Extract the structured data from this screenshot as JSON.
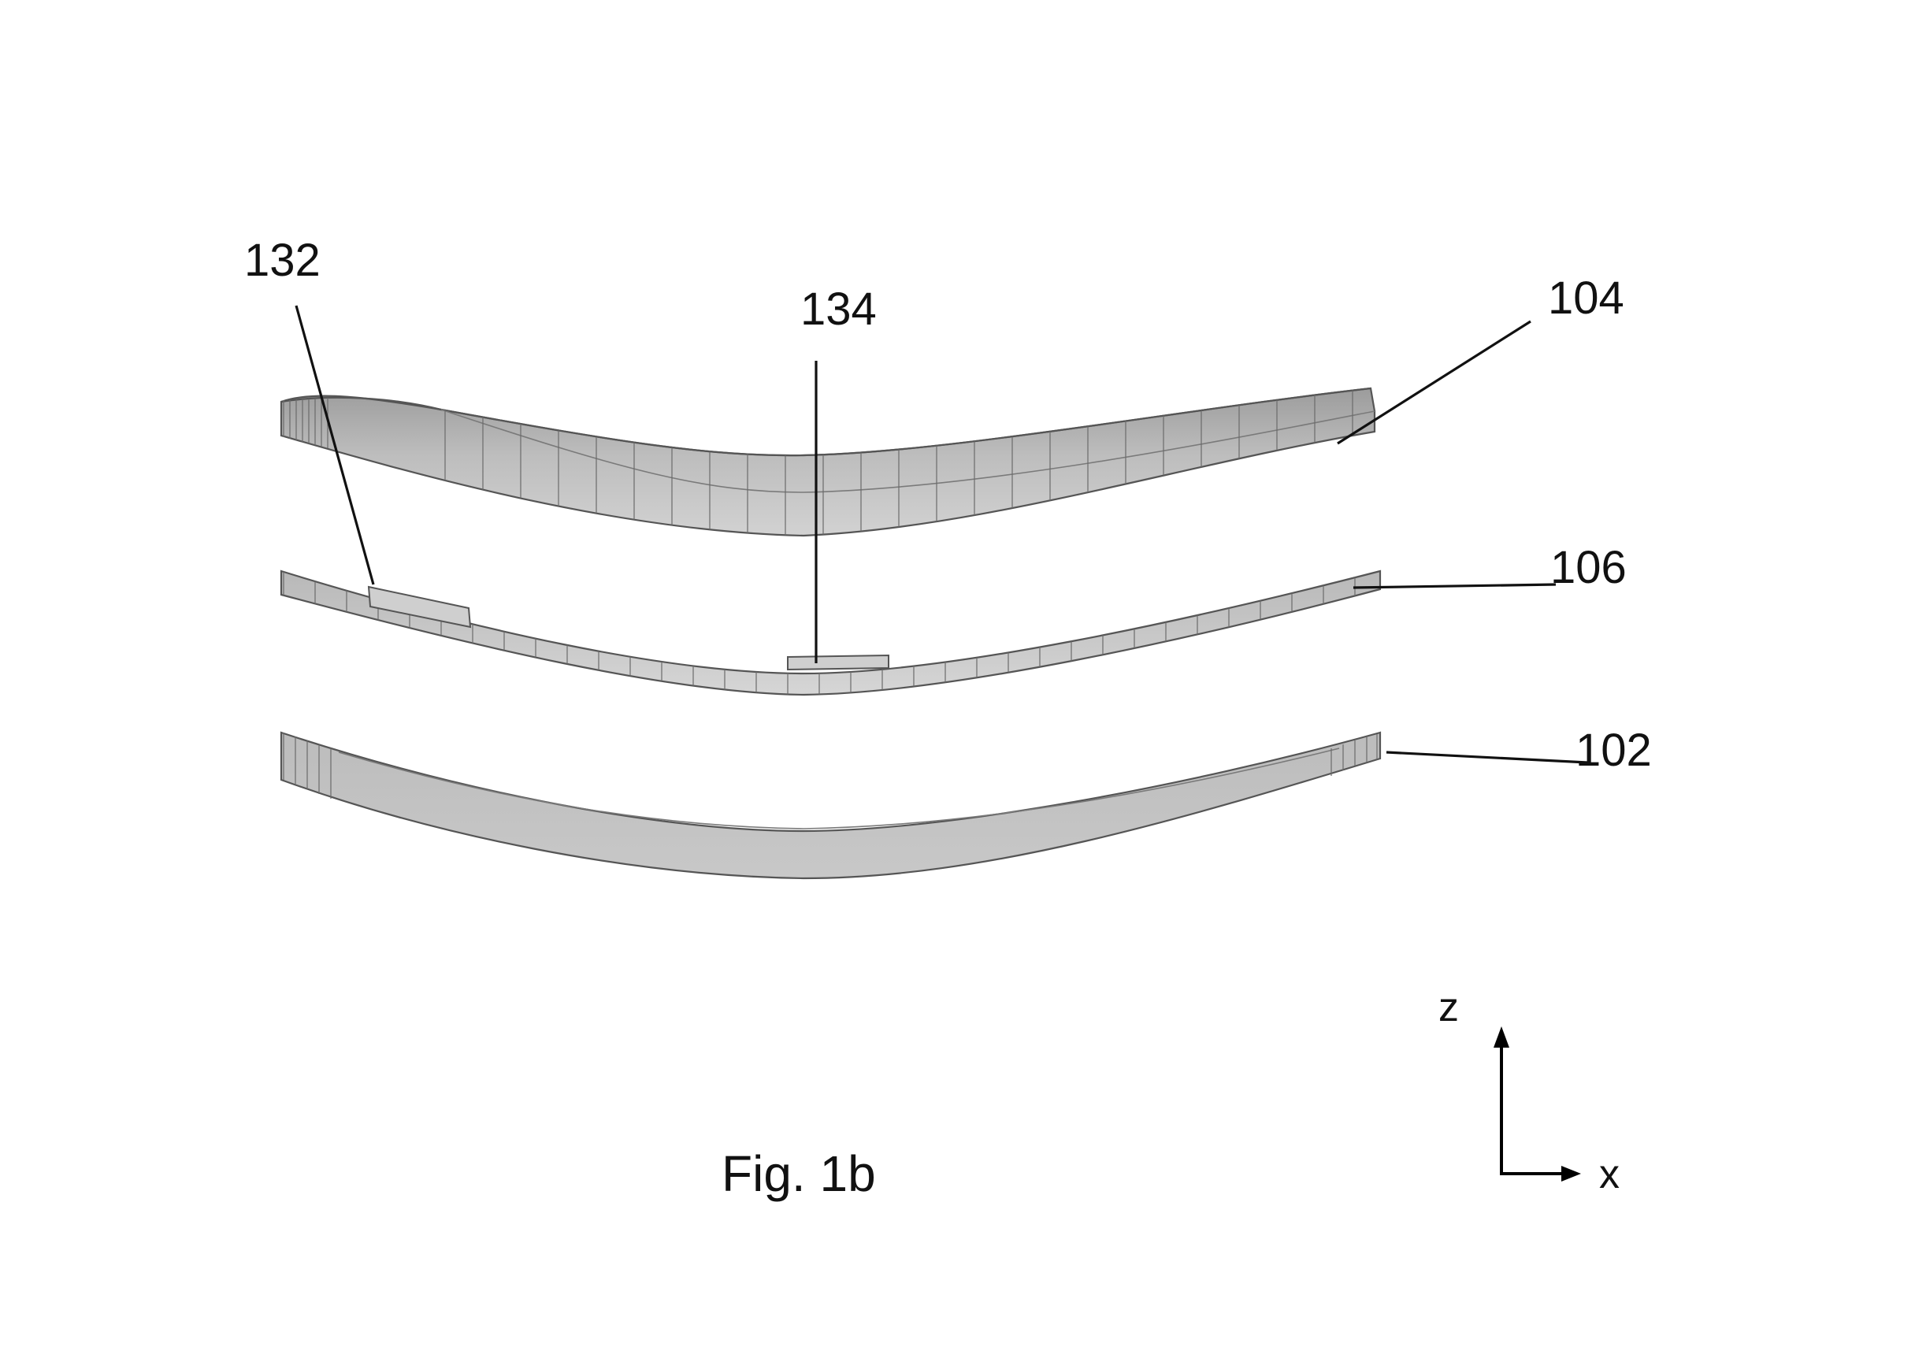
{
  "labels": {
    "ref_132": "132",
    "ref_134": "134",
    "ref_104": "104",
    "ref_106": "106",
    "ref_102": "102"
  },
  "axes": {
    "vertical": "z",
    "horizontal": "x"
  },
  "caption": "Fig. 1b",
  "colors": {
    "line": "#111111",
    "part_fill_light": "#d4d4d4",
    "part_fill_mid": "#c2c2c2",
    "part_fill_dark": "#a8a8a8",
    "background": "#ffffff"
  }
}
